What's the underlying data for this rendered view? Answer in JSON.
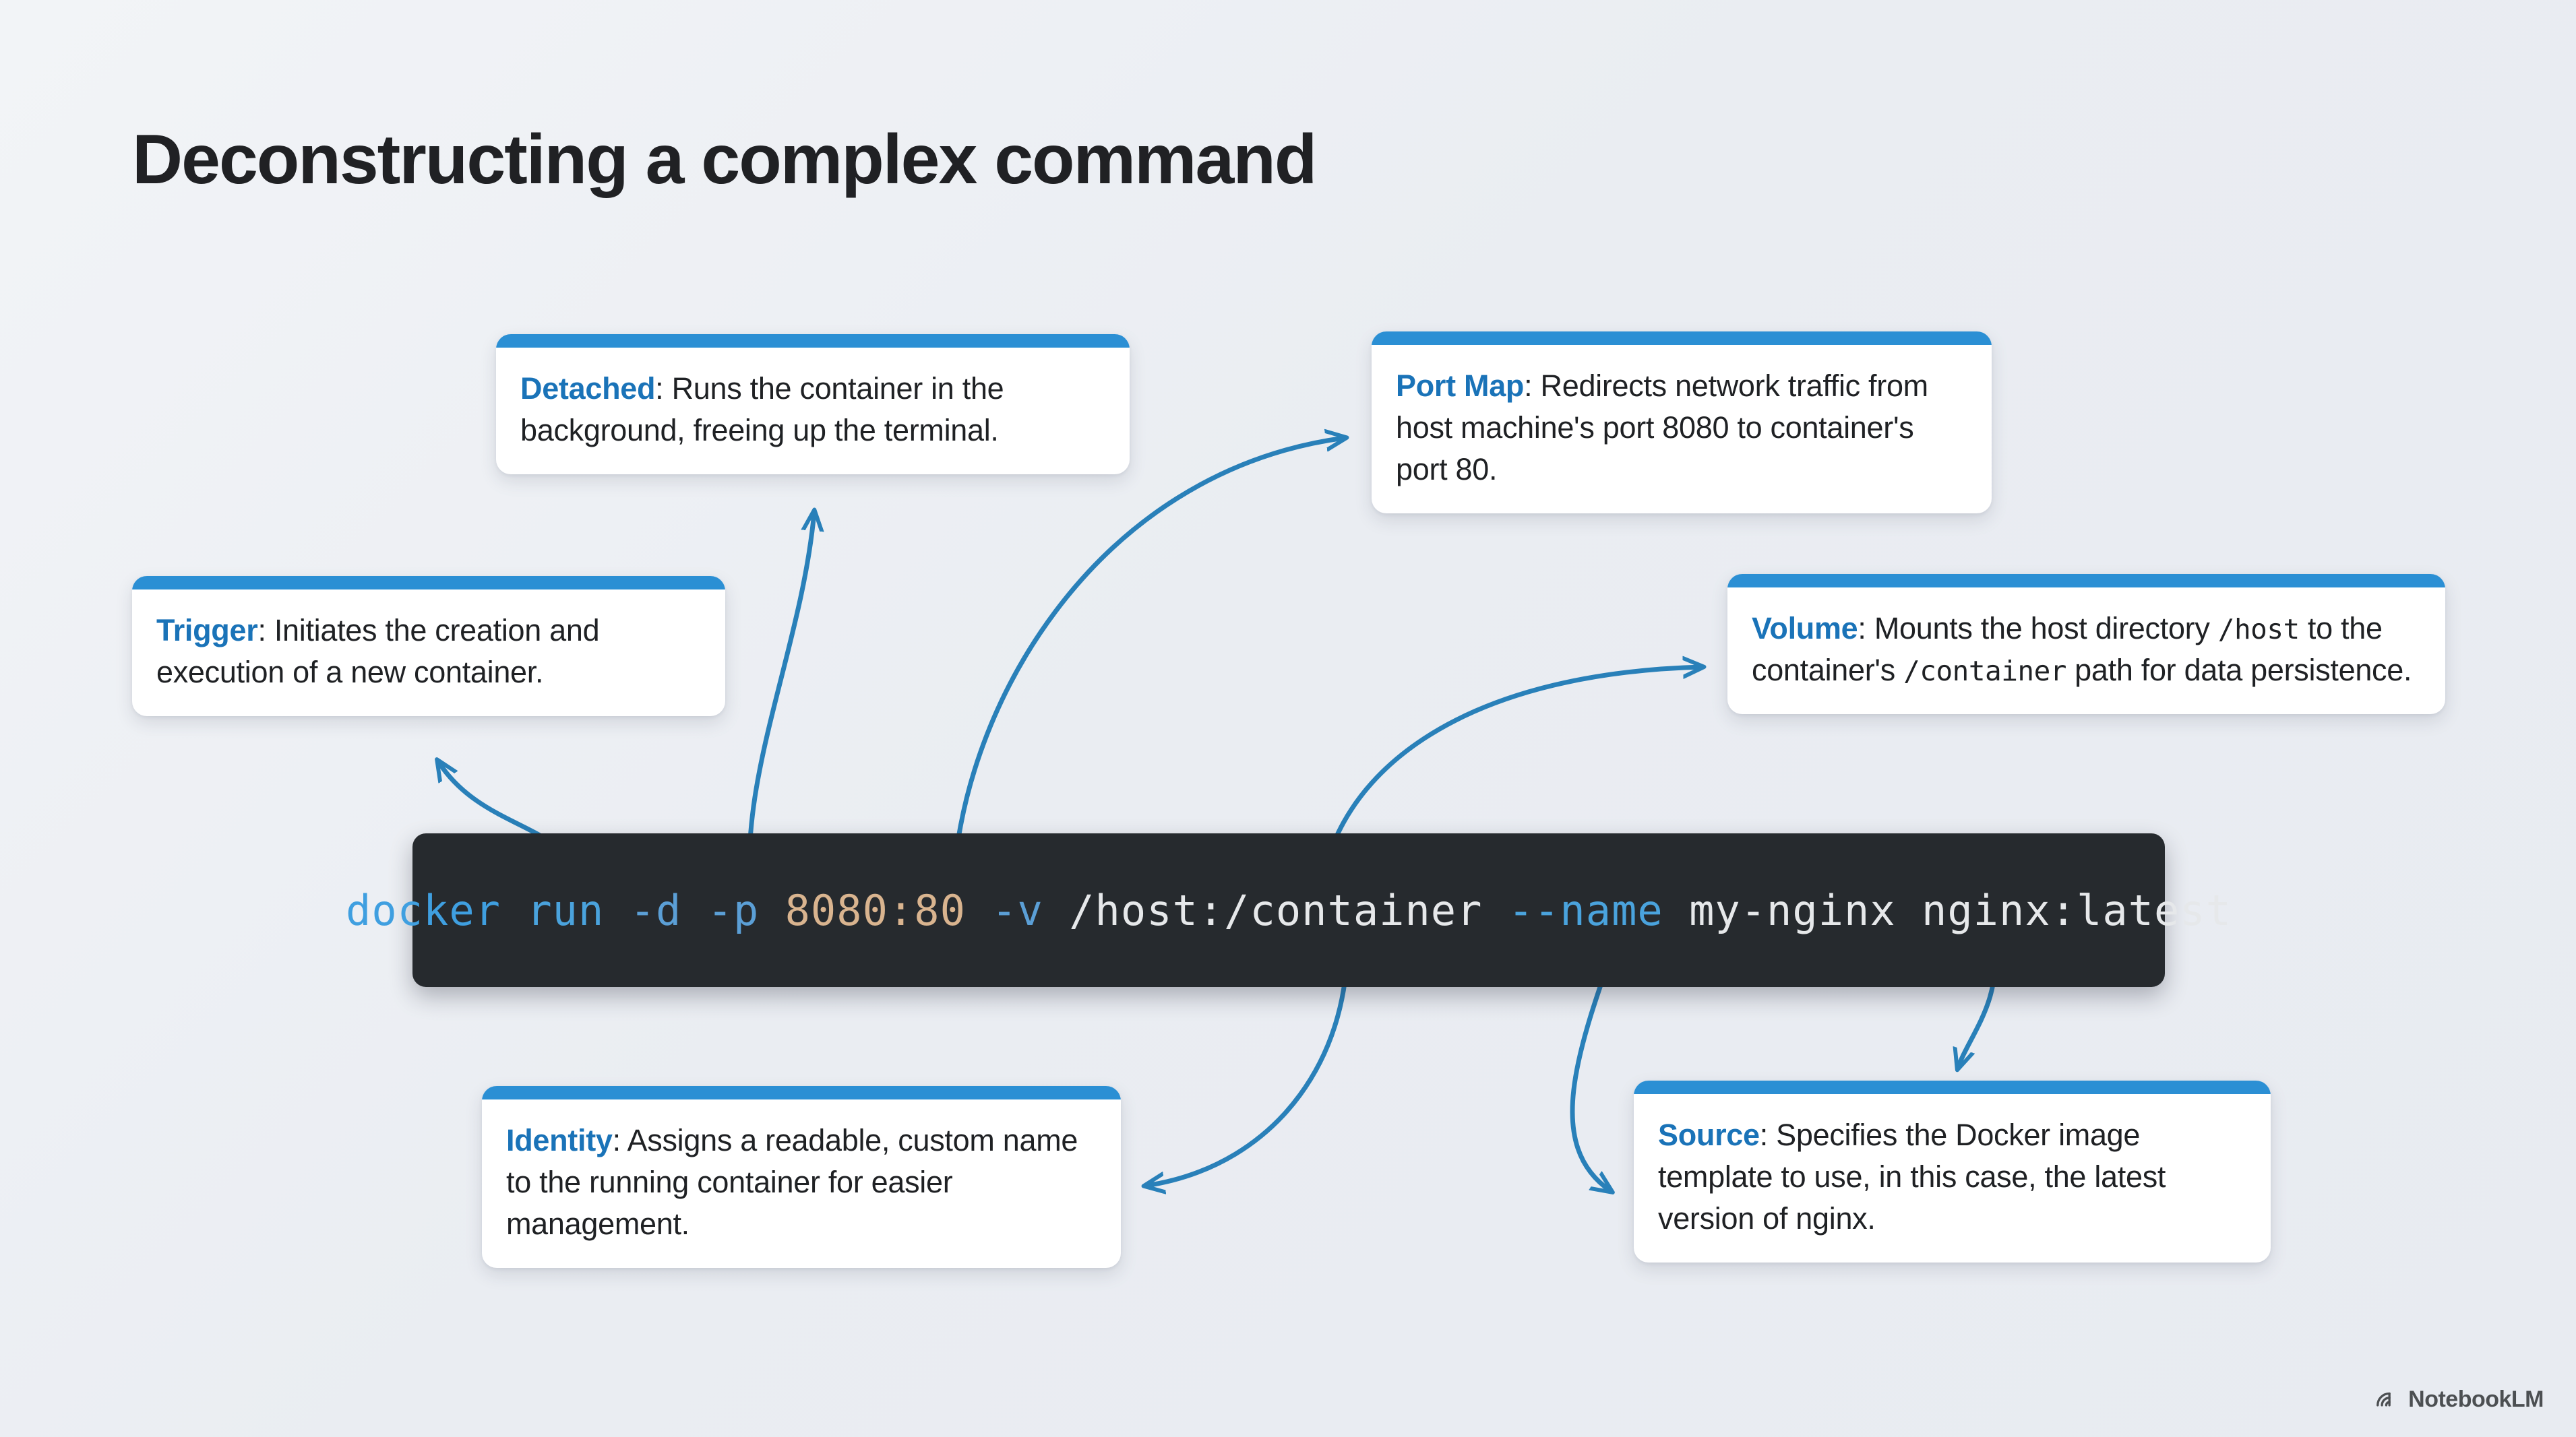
{
  "page": {
    "title": "Deconstructing a complex command",
    "background_color": "#eef0f4",
    "accent_color": "#2b8fd4",
    "arrow_color": "#2980b9"
  },
  "terminal": {
    "background_color": "#262a2e",
    "command_full": "docker run -d -p 8080:80 -v /host:/container --name my-nginx nginx:latest",
    "tokens": [
      {
        "text": "docker",
        "role": "command",
        "color": "#3f9fe0"
      },
      {
        "text": " ",
        "role": "space",
        "color": "#e6e8ea"
      },
      {
        "text": "run",
        "role": "subcommand",
        "color": "#4aa3dd"
      },
      {
        "text": " ",
        "role": "space",
        "color": "#e6e8ea"
      },
      {
        "text": "-d",
        "role": "flag",
        "color": "#5b9fd6"
      },
      {
        "text": " ",
        "role": "space",
        "color": "#e6e8ea"
      },
      {
        "text": "-p",
        "role": "flag",
        "color": "#5b9fd6"
      },
      {
        "text": " ",
        "role": "space",
        "color": "#e6e8ea"
      },
      {
        "text": "8080:80",
        "role": "port",
        "color": "#d9b48f"
      },
      {
        "text": " ",
        "role": "space",
        "color": "#e6e8ea"
      },
      {
        "text": "-v",
        "role": "flag",
        "color": "#5b9fd6"
      },
      {
        "text": " ",
        "role": "space",
        "color": "#e6e8ea"
      },
      {
        "text": "/host:/container",
        "role": "path",
        "color": "#e6e8ea"
      },
      {
        "text": " ",
        "role": "space",
        "color": "#e6e8ea"
      },
      {
        "text": "--name",
        "role": "flag",
        "color": "#4aa3dd"
      },
      {
        "text": " ",
        "role": "space",
        "color": "#e6e8ea"
      },
      {
        "text": "my-nginx",
        "role": "argument",
        "color": "#e6e8ea"
      },
      {
        "text": " ",
        "role": "space",
        "color": "#e6e8ea"
      },
      {
        "text": "nginx:latest",
        "role": "argument",
        "color": "#e6e8ea"
      }
    ]
  },
  "cards": {
    "detached": {
      "term": "Detached",
      "separator": ": ",
      "description": "Runs the container in the background, freeing up the terminal."
    },
    "portmap": {
      "term": "Port Map",
      "separator": ": ",
      "description": "Redirects network traffic from host machine's port 8080 to container's port 80."
    },
    "trigger": {
      "term": "Trigger",
      "separator": ": ",
      "description": "Initiates the creation and execution of a new container."
    },
    "volume": {
      "term": "Volume",
      "separator": ": ",
      "description_part1": "Mounts the host directory ",
      "mono1": "/host",
      "description_part2": " to the container's ",
      "mono2": "/container",
      "description_part3": " path for data persistence."
    },
    "identity": {
      "term": "Identity",
      "separator": ": ",
      "description": "Assigns a readable, custom name to the running container for easier management."
    },
    "source": {
      "term": "Source",
      "separator": ": ",
      "description": "Specifies the Docker image template to use, in this case, the latest version of nginx."
    }
  },
  "watermark": {
    "label": "NotebookLM",
    "icon": "notebooklm-spiral-icon"
  }
}
